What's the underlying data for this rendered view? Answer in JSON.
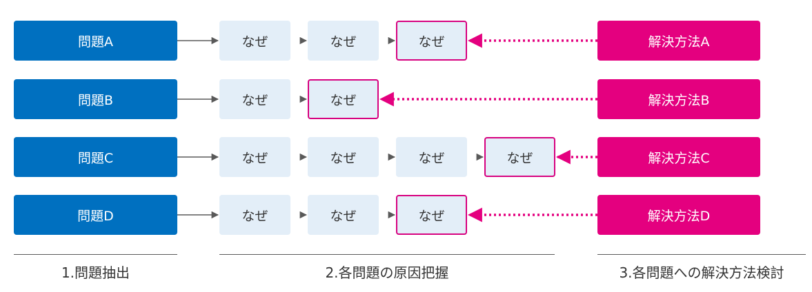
{
  "rows": [
    {
      "problem": "問題A",
      "whys": [
        "なぜ",
        "なぜ",
        "なぜ"
      ],
      "solution": "解決方法A"
    },
    {
      "problem": "問題B",
      "whys": [
        "なぜ",
        "なぜ"
      ],
      "solution": "解決方法B"
    },
    {
      "problem": "問題C",
      "whys": [
        "なぜ",
        "なぜ",
        "なぜ",
        "なぜ"
      ],
      "solution": "解決方法C"
    },
    {
      "problem": "問題D",
      "whys": [
        "なぜ",
        "なぜ",
        "なぜ"
      ],
      "solution": "解決方法D"
    }
  ],
  "sections": {
    "step1": "1.問題抽出",
    "step2": "2.各問題の原因把握",
    "step3": "3.各問題への解決方法検討"
  },
  "colors": {
    "problem": "#0070c0",
    "why_fill": "#e3eef8",
    "root_border": "#d7007f",
    "solution": "#e4007f",
    "arrow": "#595959"
  }
}
